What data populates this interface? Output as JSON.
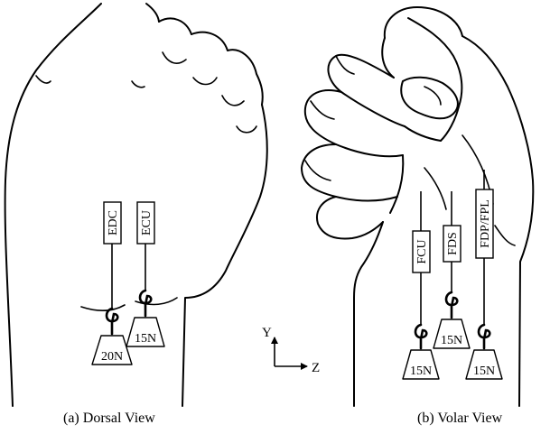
{
  "dorsal": {
    "tendons": [
      {
        "label": "EDC",
        "weight": "20N"
      },
      {
        "label": "ECU",
        "weight": "15N"
      }
    ],
    "caption": "(a) Dorsal View"
  },
  "volar": {
    "tendons": [
      {
        "label": "FCU",
        "weight": "15N"
      },
      {
        "label": "FDS",
        "weight": "15N"
      },
      {
        "label": "FDP/FPL",
        "weight": "15N"
      }
    ],
    "caption": "(b) Volar View"
  },
  "axes": {
    "y_label": "Y",
    "z_label": "Z"
  }
}
